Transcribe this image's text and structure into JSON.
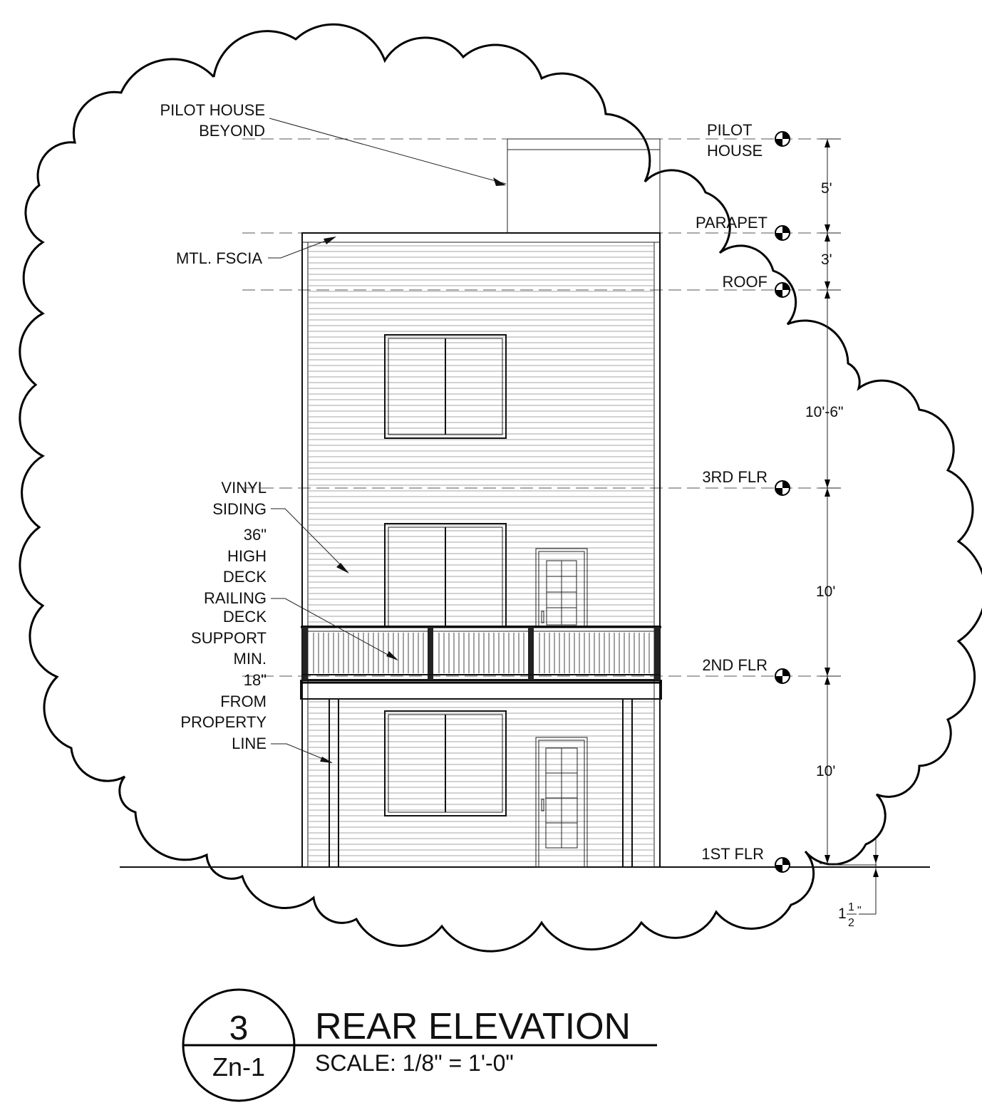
{
  "labels": {
    "pilot_house_beyond": [
      "PILOT HOUSE",
      "BEYOND"
    ],
    "mtl_fscia": "MTL. FSCIA",
    "vinyl_siding": [
      "VINYL",
      "SIDING"
    ],
    "deck_railing": [
      "36\"",
      "HIGH",
      "DECK",
      "RAILING"
    ],
    "deck_support": [
      "DECK",
      "SUPPORT",
      "MIN.",
      "18\"",
      "FROM",
      "PROPERTY",
      "LINE"
    ]
  },
  "levels": {
    "pilot_house": [
      "PILOT",
      "HOUSE"
    ],
    "parapet": "PARAPET",
    "roof": "ROOF",
    "third_flr": "3RD FLR",
    "second_flr": "2ND FLR",
    "first_flr": "1ST FLR"
  },
  "dimensions": {
    "pilot_to_parapet": "5'",
    "parapet_to_roof": "3'",
    "roof_to_third": "10'-6\"",
    "third_to_second": "10'",
    "second_to_first": "10'",
    "grade_offset_whole": "1",
    "grade_offset_num": "1",
    "grade_offset_den": "2",
    "grade_offset_unit": "\""
  },
  "title_block": {
    "detail_number": "3",
    "sheet": "Zn-1",
    "title": "REAR ELEVATION",
    "scale": "SCALE: 1/8\" = 1'-0\""
  }
}
